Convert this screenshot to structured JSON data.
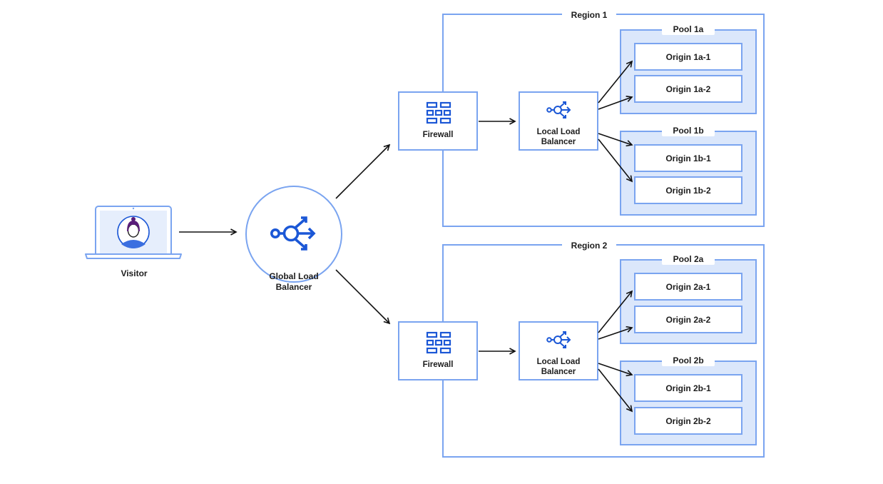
{
  "visitor": {
    "label": "Visitor"
  },
  "global_lb": {
    "label_line1": "Global Load",
    "label_line2": "Balancer"
  },
  "regions": [
    {
      "label": "Region 1",
      "firewall": {
        "label": "Firewall"
      },
      "local_lb": {
        "label_line1": "Local Load",
        "label_line2": "Balancer"
      },
      "pools": [
        {
          "label": "Pool 1a",
          "origins": [
            "Origin 1a-1",
            "Origin 1a-2"
          ]
        },
        {
          "label": "Pool 1b",
          "origins": [
            "Origin 1b-1",
            "Origin 1b-2"
          ]
        }
      ]
    },
    {
      "label": "Region 2",
      "firewall": {
        "label": "Firewall"
      },
      "local_lb": {
        "label_line1": "Local Load",
        "label_line2": "Balancer"
      },
      "pools": [
        {
          "label": "Pool 2a",
          "origins": [
            "Origin 2a-1",
            "Origin 2a-2"
          ]
        },
        {
          "label": "Pool 2b",
          "origins": [
            "Origin 2b-1",
            "Origin 2b-2"
          ]
        }
      ]
    }
  ],
  "colors": {
    "frame": "#7aa4f0",
    "pool_fill": "#dbe7fb",
    "icon": "#1b57d6",
    "arrow": "#111111"
  }
}
